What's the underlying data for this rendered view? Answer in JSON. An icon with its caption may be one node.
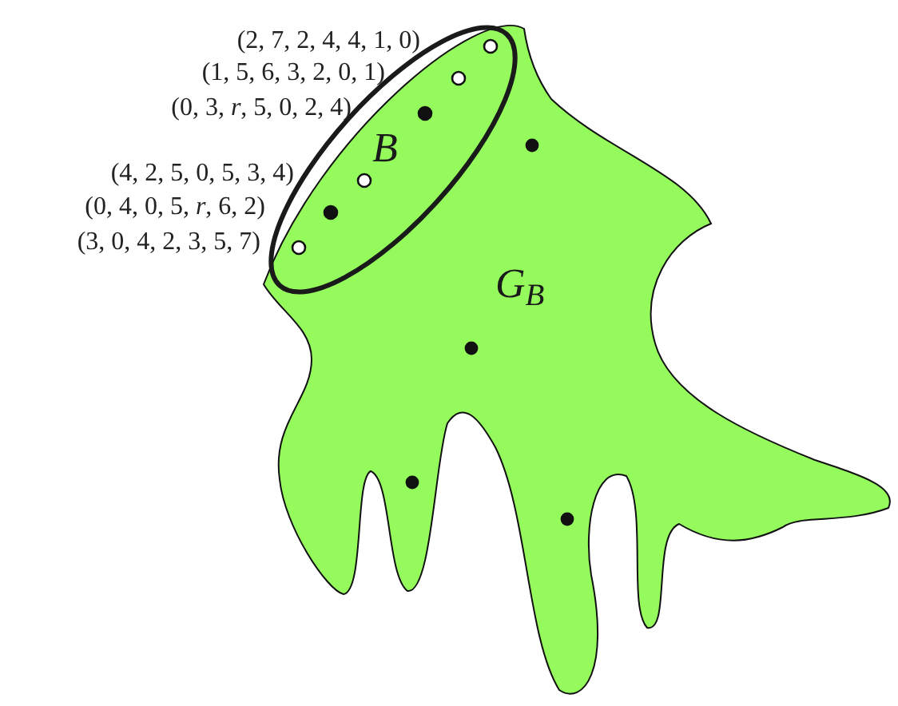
{
  "diagram": {
    "nodes": [
      {
        "text": [
          "G$_{B}$"
        ]
      },
      {
        "text": [
          "B"
        ],
        "in": 0
      }
    ],
    "labels": [
      "(2, 7, 2, 4, 4, 1, 0)",
      "(1, 5, 6, 3, 2, 0, 1)",
      "(0, 3, *r*, 5, 0, 2, 4)",
      "(4, 2, 5, 0, 5, 3, 4)",
      "(0, 4, 0, 5, *r*, 6, 2)",
      "(3, 0, 4, 2, 3, 5, 7)"
    ]
  }
}
